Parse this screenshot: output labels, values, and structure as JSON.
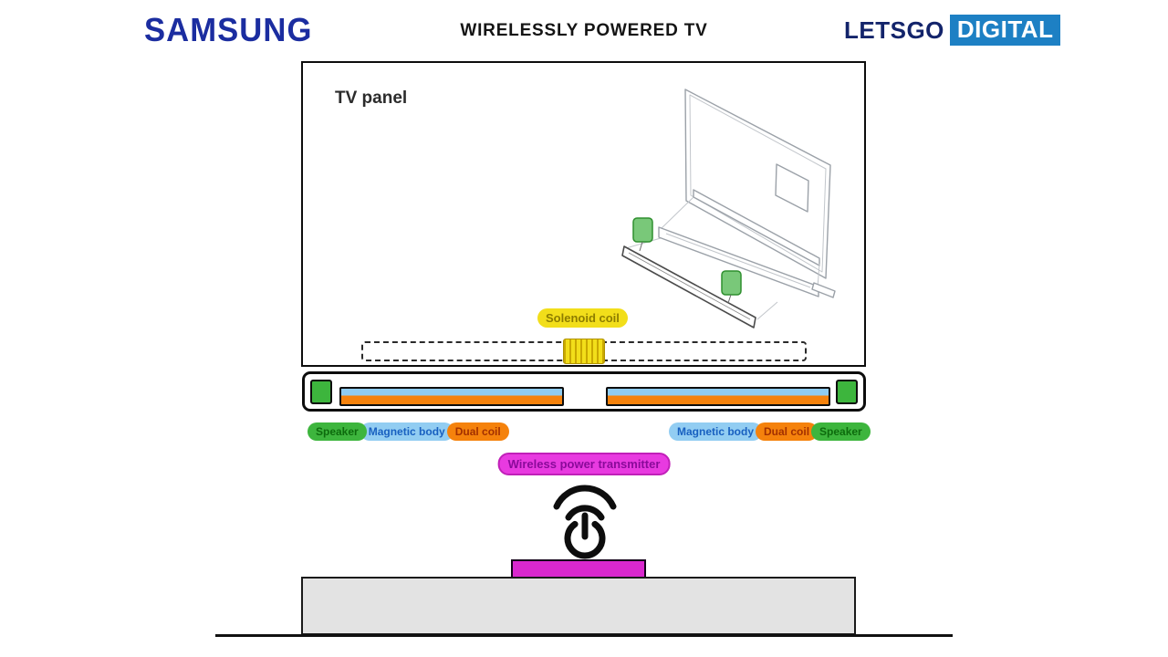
{
  "header": {
    "brand": "SAMSUNG",
    "title": "WIRELESSLY POWERED TV",
    "publisher_name": "LETSGO",
    "publisher_badge": "DIGITAL"
  },
  "diagram": {
    "panel_label": "TV panel",
    "solenoid_label": "Solenoid coil",
    "speaker_assembly": {
      "left_labels": [
        "Speaker",
        "Magnetic body",
        "Dual coil"
      ],
      "right_labels": [
        "Magnetic body",
        "Dual coil",
        "Speaker"
      ]
    },
    "transmitter_label": "Wireless power transmitter"
  },
  "colors": {
    "samsung_blue": "#1b2da0",
    "publisher_navy": "#13246b",
    "publisher_blue": "#1d80c4",
    "solenoid_yellow": "#f2de1a",
    "speaker_green": "#3db53d",
    "magnetic_blue": "#92cdf2",
    "coil_orange": "#f5820c",
    "transmitter_magenta": "#e83ae0",
    "transmitter_block_magenta": "#d928ce",
    "pedestal_gray": "#e3e3e3"
  }
}
